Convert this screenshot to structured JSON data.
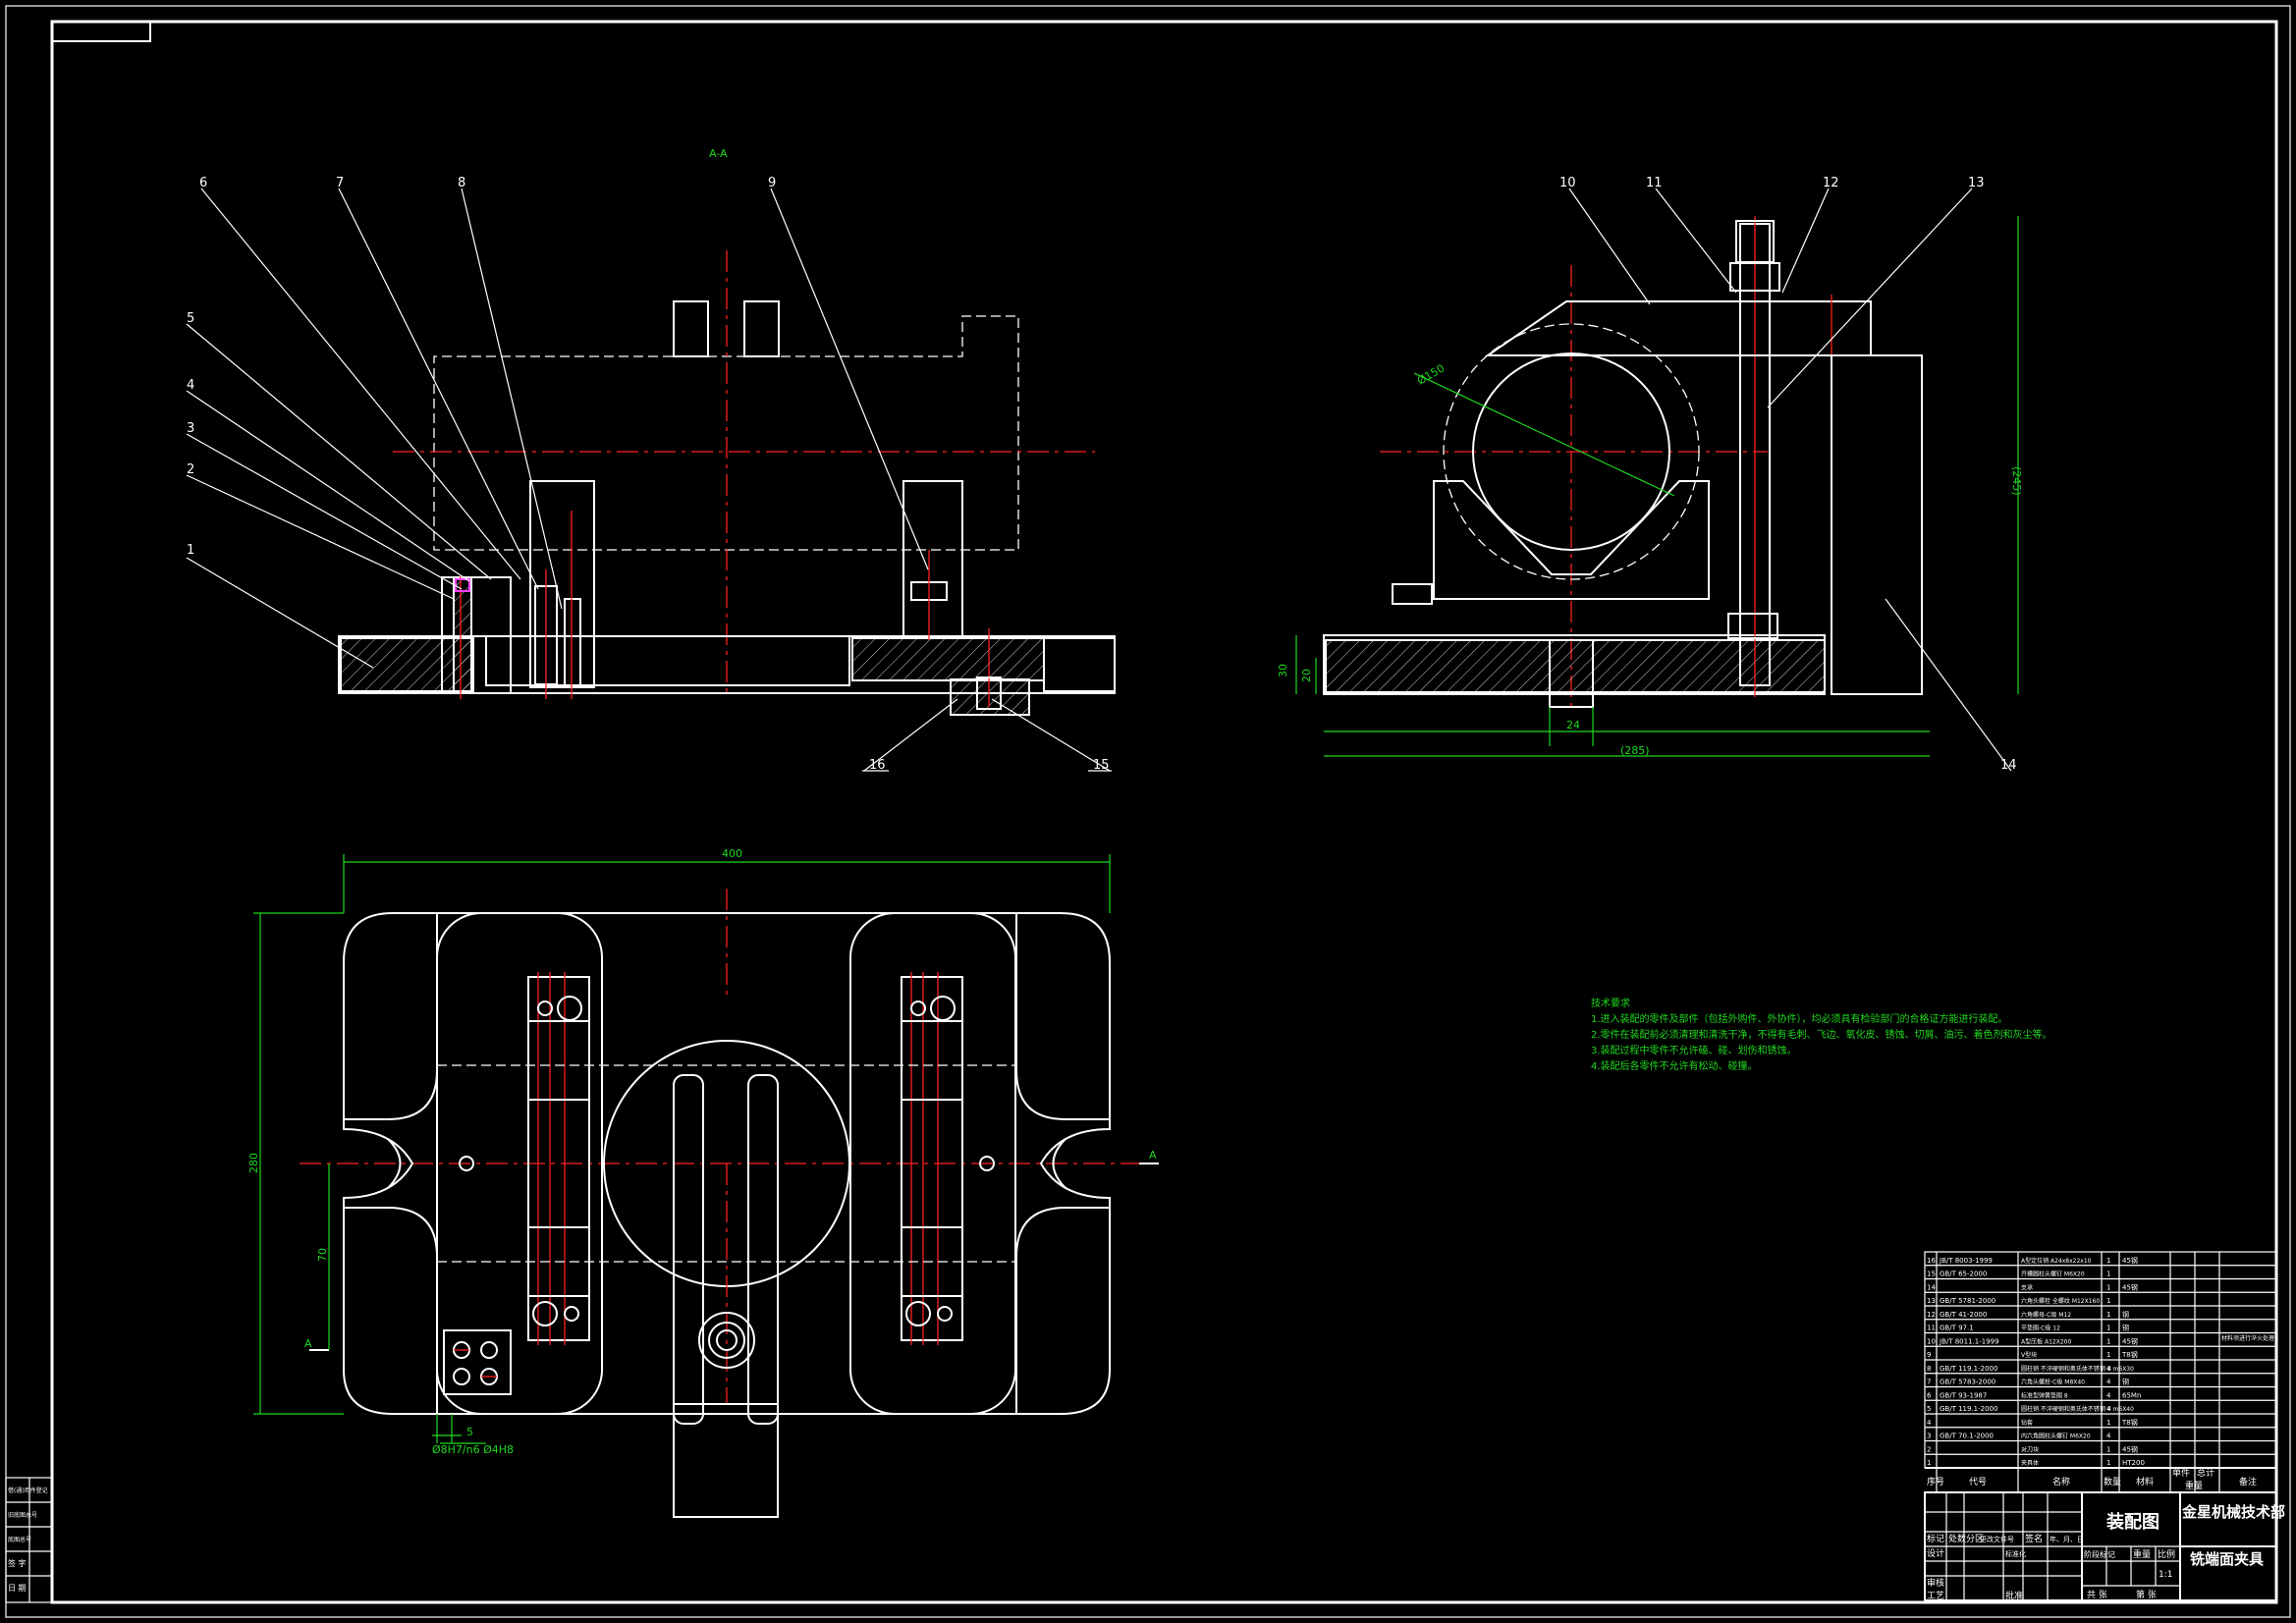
{
  "section_label": "A-A",
  "view_marker": "A",
  "balloons": {
    "b1": "1",
    "b2": "2",
    "b3": "3",
    "b4": "4",
    "b5": "5",
    "b6": "6",
    "b7": "7",
    "b8": "8",
    "b9": "9",
    "b10": "10",
    "b11": "11",
    "b12": "12",
    "b13": "13",
    "b14": "14",
    "b15": "15",
    "b16": "16"
  },
  "dimensions": {
    "top_width": "400",
    "plan_height": "280",
    "plan_offset": "70",
    "bottom_small": "5",
    "base_small": "30",
    "base_small2": "20",
    "slot_width": "24",
    "side_width": "(285)",
    "side_height": "(245)",
    "diameter": "Ø150",
    "tolerance_note": "Ø8H7/n6 Ø4H8"
  },
  "tech_notes": {
    "title": "技术要求",
    "line1": "1.进入装配的零件及部件（包括外购件、外协件），均必须具有检验部门的合格证方能进行装配。",
    "line2": "2.零件在装配前必须清理和清洗干净，不得有毛刺、飞边、氧化皮、锈蚀、切屑、油污、着色剂和灰尘等。",
    "line3": "3.装配过程中零件不允许磕、碰、划伤和锈蚀。",
    "line4": "4.装配后各零件不允许有松动、碰撞。"
  },
  "bom": {
    "rows": [
      {
        "no": "16",
        "code": "JB/T 8003-1999",
        "name": "A型定位销 A24x8x22x10",
        "qty": "1",
        "mat": "45钢"
      },
      {
        "no": "15",
        "code": "GB/T 65-2000",
        "name": "开槽圆柱头螺钉 M6X20",
        "qty": "1",
        "mat": ""
      },
      {
        "no": "14",
        "code": "",
        "name": "支承",
        "qty": "1",
        "mat": "45钢"
      },
      {
        "no": "13",
        "code": "GB/T 5781-2000",
        "name": "六角头螺栓 全螺纹 M12X160",
        "qty": "1",
        "mat": ""
      },
      {
        "no": "12",
        "code": "GB/T 41-2000",
        "name": "六角螺母-C级 M12",
        "qty": "1",
        "mat": "钢"
      },
      {
        "no": "11",
        "code": "GB/T 97.1",
        "name": "平垫圈-C级 12",
        "qty": "1",
        "mat": "钢"
      },
      {
        "no": "10",
        "code": "JB/T 8011.1-1999",
        "name": "A型压板 A12X200",
        "qty": "1",
        "mat": "45钢"
      },
      {
        "no": "9",
        "code": "",
        "name": "V型块",
        "qty": "1",
        "mat": "T8钢"
      },
      {
        "no": "8",
        "code": "GB/T 119.1-2000",
        "name": "圆柱销 不淬硬钢和奥氏体不锈钢 8 m6X30",
        "qty": "4",
        "mat": ""
      },
      {
        "no": "7",
        "code": "GB/T 5783-2000",
        "name": "六角头螺栓-C级 M8X40",
        "qty": "4",
        "mat": "钢"
      },
      {
        "no": "6",
        "code": "GB/T 93-1987",
        "name": "标准型弹簧垫圈 8",
        "qty": "4",
        "mat": "65Mn"
      },
      {
        "no": "5",
        "code": "GB/T 119.1-2000",
        "name": "圆柱销 不淬硬钢和奥氏体不锈钢 4 m6X40",
        "qty": "4",
        "mat": ""
      },
      {
        "no": "4",
        "code": "",
        "name": "钻套",
        "qty": "1",
        "mat": "T8钢"
      },
      {
        "no": "3",
        "code": "GB/T 70.1-2000",
        "name": "内六角圆柱头螺钉 M6X20",
        "qty": "4",
        "mat": ""
      },
      {
        "no": "2",
        "code": "",
        "name": "对刀块",
        "qty": "1",
        "mat": "45钢"
      },
      {
        "no": "1",
        "code": "",
        "name": "夹具体",
        "qty": "1",
        "mat": "HT200"
      }
    ],
    "remark_row10": "材料须进行淬火处理",
    "header": {
      "no": "序号",
      "code": "代号",
      "name": "名称",
      "qty": "数量",
      "mat": "材料",
      "unit": "单件",
      "total": "总计",
      "weight": "重量",
      "remark": "备注"
    }
  },
  "title_block": {
    "drawing_name": "装配图",
    "company": "金星机械技术部",
    "product": "铣端面夹具",
    "scale": "1:1",
    "label_mark": "标记",
    "label_count": "处数",
    "label_zone": "分区",
    "label_change": "更改文件号",
    "label_sign": "签名",
    "label_date": "年、月、日",
    "label_design": "设计",
    "label_std": "标准化",
    "label_stage": "阶段标记",
    "label_weight": "重量",
    "label_scale": "比例",
    "label_check": "审核",
    "label_process": "工艺",
    "label_approve": "批准",
    "label_sheet_total": "共 张",
    "label_sheet": "第 张"
  },
  "side_strip": {
    "r1": "借(通)用件登记",
    "r2": "旧底图总号",
    "r3": "底图总号",
    "r4": "签 字",
    "r5": "日 期"
  }
}
